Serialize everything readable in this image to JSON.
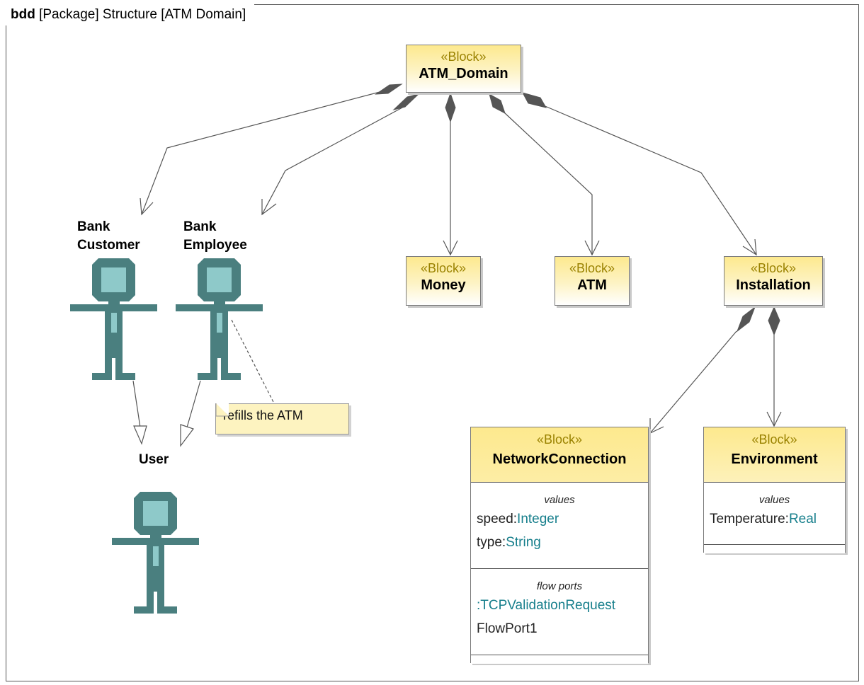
{
  "frame": {
    "kind": "bdd",
    "title": "[Package] Structure [ATM Domain]"
  },
  "stereotype": "«Block»",
  "blocks": {
    "atm_domain": {
      "name": "ATM_Domain"
    },
    "money": {
      "name": "Money"
    },
    "atm": {
      "name": "ATM"
    },
    "installation": {
      "name": "Installation"
    },
    "network_connection": {
      "name": "NetworkConnection",
      "values_title": "values",
      "values": [
        {
          "name": "speed:",
          "type": "Integer"
        },
        {
          "name": "type:",
          "type": "String"
        }
      ],
      "ports_title": "flow ports",
      "ports": [
        {
          "name": "",
          "type": ":TCPValidationRequest"
        },
        {
          "name": "FlowPort1",
          "type": ""
        }
      ]
    },
    "environment": {
      "name": "Environment",
      "values_title": "values",
      "values": [
        {
          "name": "Temperature:",
          "type": "Real"
        }
      ]
    }
  },
  "actors": {
    "bank_customer": {
      "label_line1": "Bank",
      "label_line2": "Customer"
    },
    "bank_employee": {
      "label_line1": "Bank",
      "label_line2": "Employee"
    },
    "user": {
      "label": "User"
    }
  },
  "note": {
    "text": "refills the ATM"
  },
  "colors": {
    "actor_dark": "#4a7f7f",
    "actor_light": "#8ec9c9",
    "block_top": "#fde98e",
    "stereotype": "#9a8200",
    "type_text": "#177f8c"
  }
}
